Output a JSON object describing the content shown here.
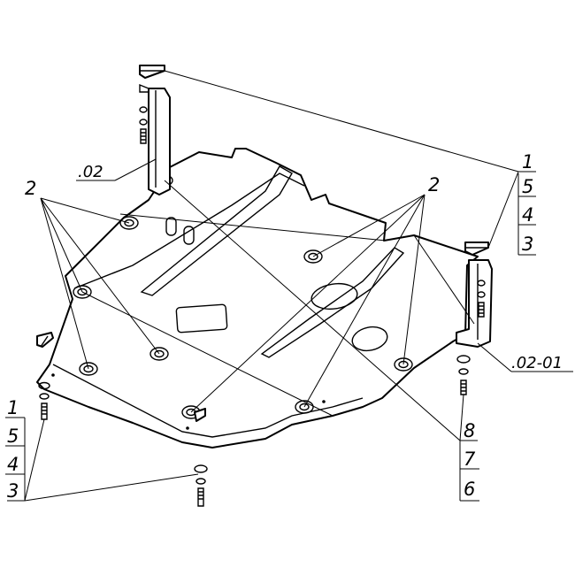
{
  "callouts": {
    "top_right": [
      "1",
      "5",
      "4",
      "3"
    ],
    "bottom_left": [
      "1",
      "5",
      "4",
      "3"
    ],
    "bottom_right": [
      "8",
      "7",
      "6"
    ],
    "left_2": "2",
    "right_2": "2",
    "bracket_left": ".02",
    "bracket_right": ".02-01"
  }
}
